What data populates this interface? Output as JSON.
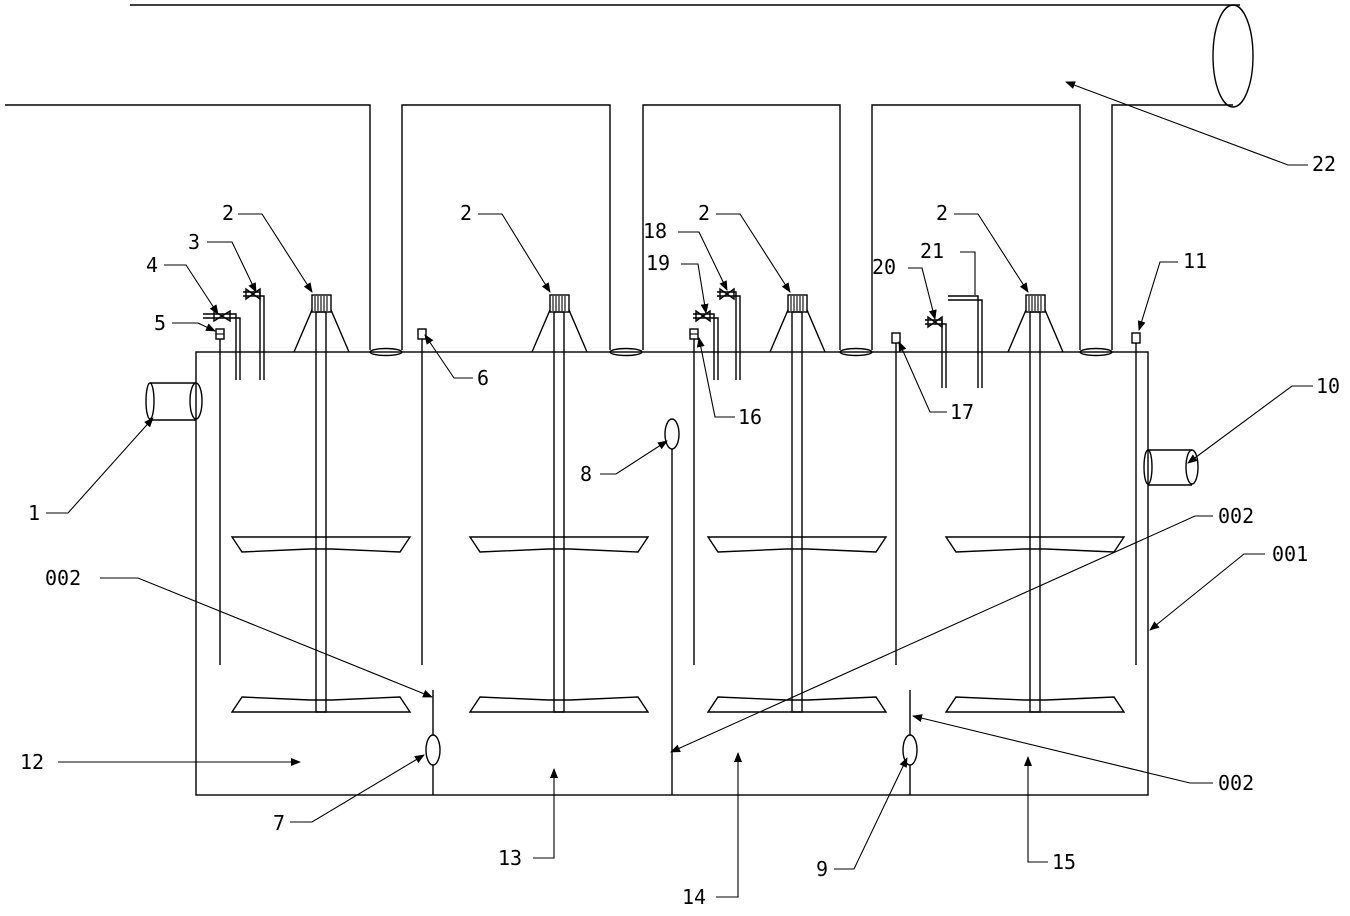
{
  "labels": {
    "l1": "1",
    "l2a": "2",
    "l2b": "2",
    "l2c": "2",
    "l2d": "2",
    "l3": "3",
    "l4": "4",
    "l5": "5",
    "l6": "6",
    "l7": "7",
    "l8": "8",
    "l9": "9",
    "l10": "10",
    "l11": "11",
    "l12": "12",
    "l13": "13",
    "l14": "14",
    "l15": "15",
    "l16": "16",
    "l17": "17",
    "l18": "18",
    "l19": "19",
    "l20": "20",
    "l21": "21",
    "l22": "22",
    "l001": "001",
    "l002a": "002",
    "l002b": "002",
    "l002c": "002"
  }
}
